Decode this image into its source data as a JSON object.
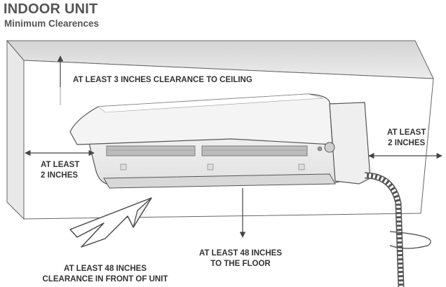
{
  "header": {
    "title": "INDOOR UNIT",
    "subtitle": "Minimum Clearences"
  },
  "labels": {
    "ceiling": "AT LEAST 3 INCHES CLEARANCE TO CEILING",
    "left_line1": "AT LEAST",
    "left_line2": "2 INCHES",
    "right_line1": "AT LEAST",
    "right_line2": "2 INCHES",
    "floor_line1": "AT LEAST 48 INCHES",
    "floor_line2": "TO THE FLOOR",
    "front_line1": "AT LEAST 48 INCHES",
    "front_line2": "CLEARANCE IN FRONT OF UNIT"
  },
  "colors": {
    "wall_face": "#ffffff",
    "wall_side": "#e8e8e8",
    "wall_top": "#dcdcdc",
    "outline": "#555555",
    "text": "#333333"
  }
}
